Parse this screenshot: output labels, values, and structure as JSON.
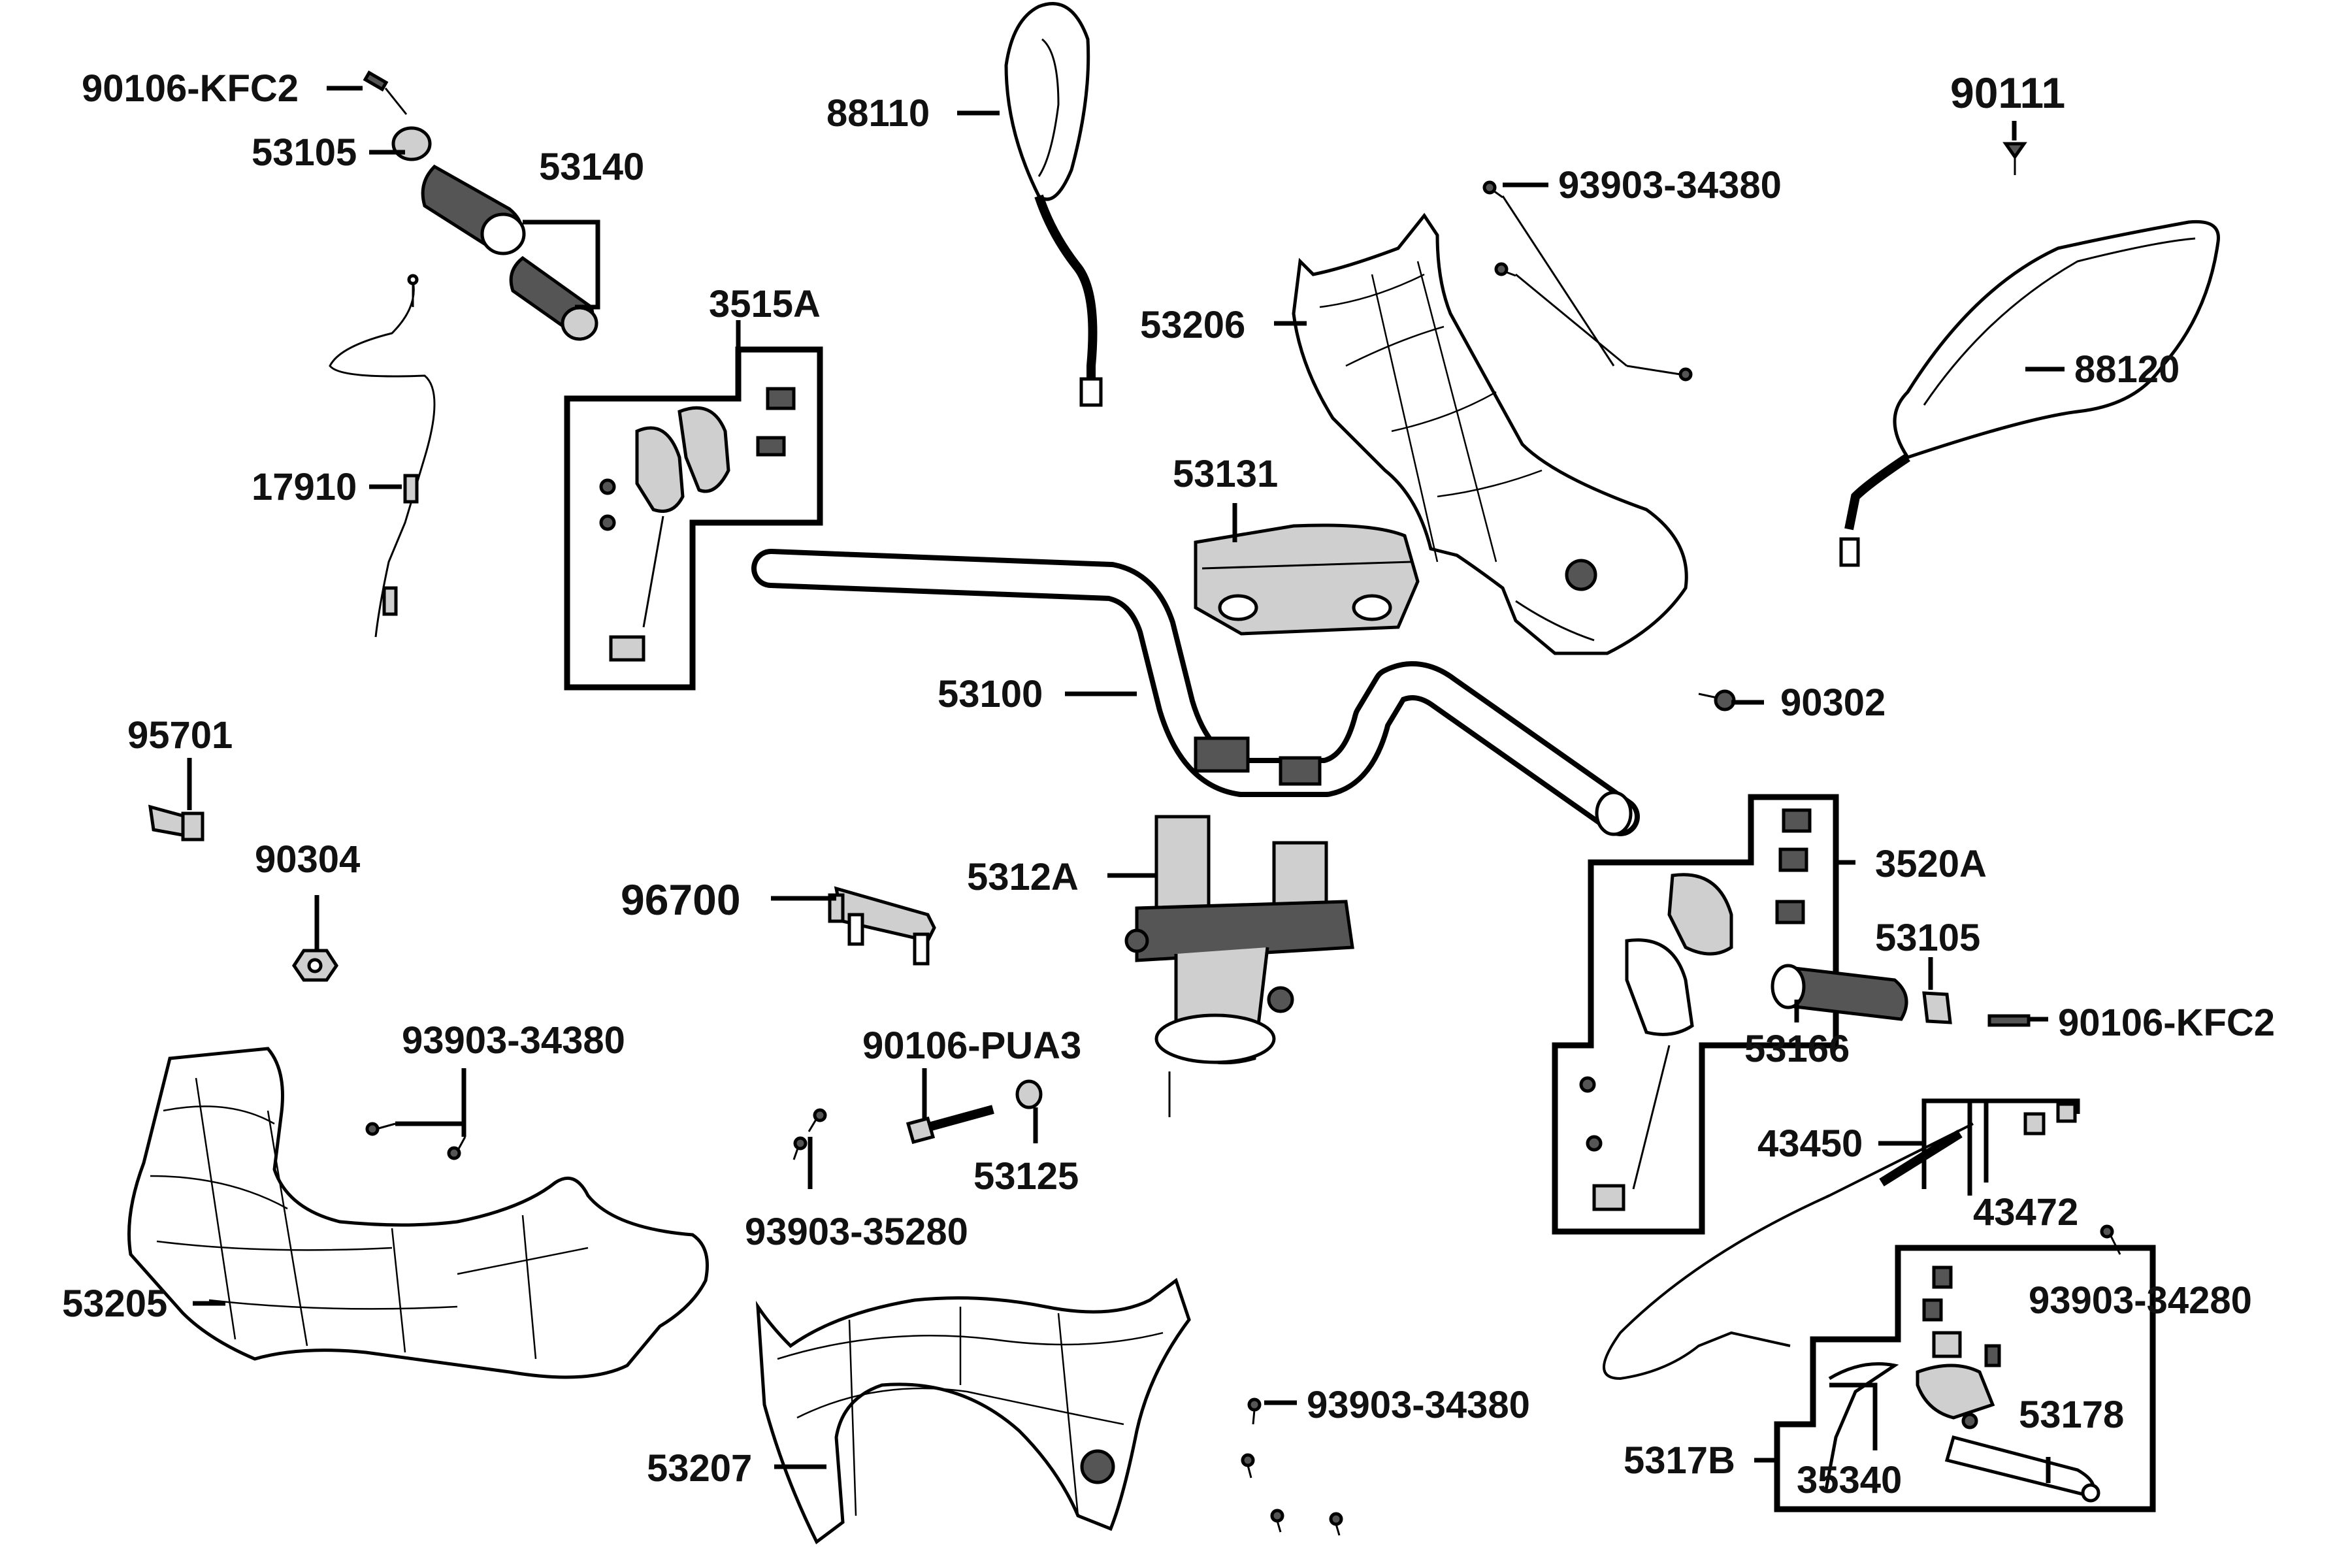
{
  "labels": {
    "l90106_kfc2_top": "90106-KFC2",
    "l53105_top": "53105",
    "l53140": "53140",
    "l17910": "17910",
    "l3515a": "3515A",
    "l88110": "88110",
    "l53206": "53206",
    "l93903_34380_top": "93903-34380",
    "l90111": "90111",
    "l88120": "88120",
    "l53131": "53131",
    "l53100": "53100",
    "l90302": "90302",
    "l95701": "95701",
    "l90304": "90304",
    "l96700": "96700",
    "l5312a": "5312A",
    "l3520a": "3520A",
    "l53105_right": "53105",
    "l53166": "53166",
    "l90106_kfc2_right": "90106-KFC2",
    "l93903_34380_left": "93903-34380",
    "l90106_pua3": "90106-PUA3",
    "l53125": "53125",
    "l93903_35280": "93903-35280",
    "l43450": "43450",
    "l43472": "43472",
    "l93903_34280": "93903-34280",
    "l53205": "53205",
    "l93903_34380_bottom": "93903-34380",
    "l53207": "53207",
    "l53178": "53178",
    "l5317b": "5317B",
    "l35340": "35340"
  }
}
